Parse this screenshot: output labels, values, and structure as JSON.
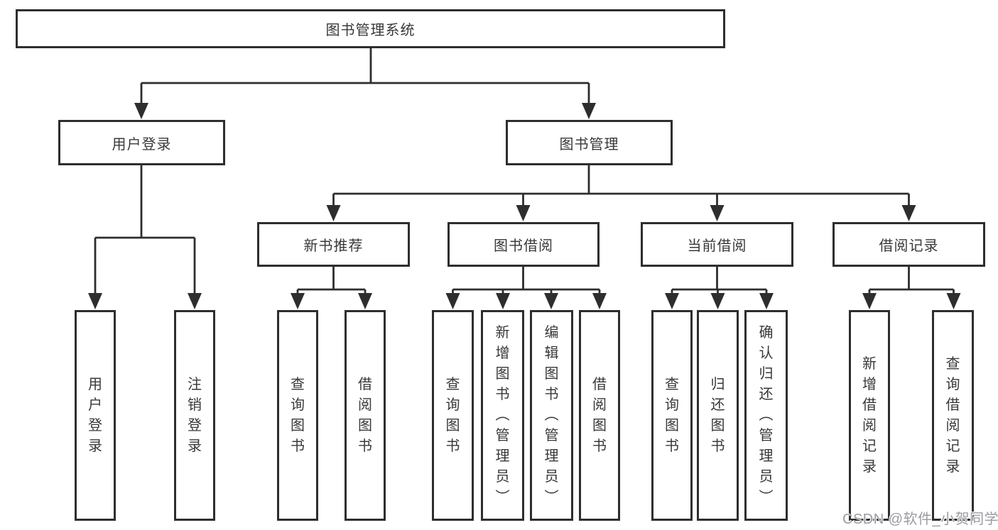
{
  "diagram": {
    "root_label": "图书管理系统",
    "branches": {
      "user_login": {
        "label": "用户登录",
        "children": [
          "用户登录",
          "注销登录"
        ]
      },
      "book_management": {
        "label": "图书管理",
        "sections": {
          "new_book": {
            "label": "新书推荐",
            "children": [
              "查询图书",
              "借阅图书"
            ]
          },
          "borrow": {
            "label": "图书借阅",
            "children": [
              "查询图书",
              "新增图书（管理员）",
              "编辑图书（管理员）",
              "借阅图书"
            ]
          },
          "current": {
            "label": "当前借阅",
            "children": [
              "查询图书",
              "归还图书",
              "确认归还（管理员）"
            ]
          },
          "records": {
            "label": "借阅记录",
            "children": [
              "新增借阅记录",
              "查询借阅记录"
            ]
          }
        }
      }
    },
    "watermark": "CSDN @软件_小贺同学",
    "colors": {
      "line": "#2e2e2e",
      "border": "#2e2e2e",
      "fill": "#ffffff",
      "text": "#383838",
      "watermark": "#9b9ba1"
    }
  }
}
